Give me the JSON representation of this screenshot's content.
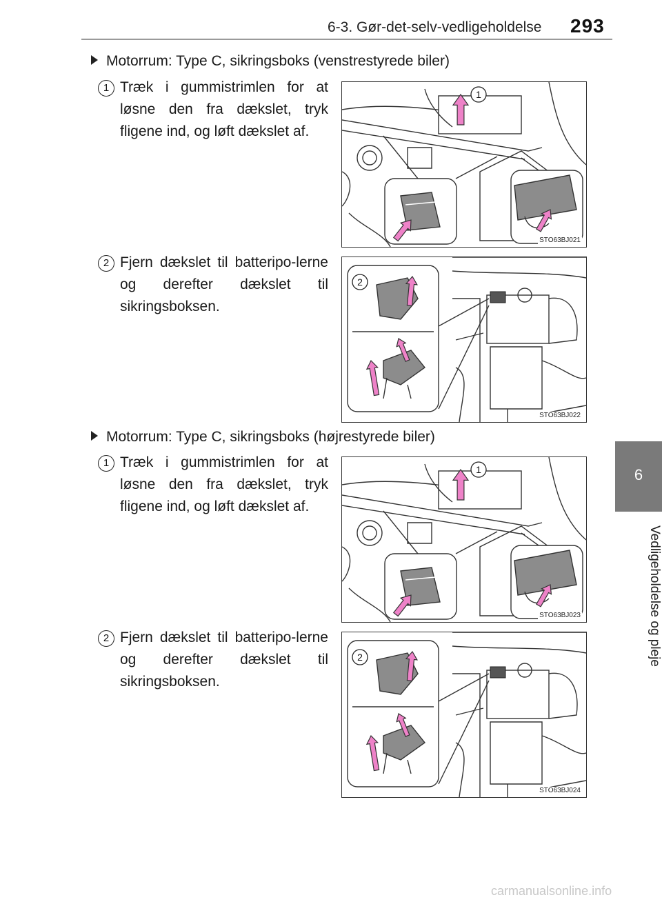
{
  "header": {
    "title": "6-3. Gør-det-selv-vedligeholdelse",
    "page_number": "293"
  },
  "side_tab": {
    "chapter_number": "6",
    "chapter_label": "Vedligeholdelse og pleje"
  },
  "sections": [
    {
      "heading": "Motorrum: Type C, sikringsboks (venstrestyrede biler)",
      "steps": [
        {
          "number": "1",
          "text": "Træk i gummistrimlen for at løsne den fra dækslet, tryk fligene ind, og løft dækslet af.",
          "figure_code": "STO63BJ021",
          "callout": "1"
        },
        {
          "number": "2",
          "text": "Fjern dækslet til batteripo-lerne og derefter dækslet til sikringsboksen.",
          "figure_code": "STO63BJ022",
          "callout": "2"
        }
      ]
    },
    {
      "heading": "Motorrum: Type C, sikringsboks (højrestyrede biler)",
      "steps": [
        {
          "number": "1",
          "text": "Træk i gummistrimlen for at løsne den fra dækslet, tryk fligene ind, og løft dækslet af.",
          "figure_code": "STO63BJ023",
          "callout": "1"
        },
        {
          "number": "2",
          "text": "Fjern dækslet til batteripo-lerne og derefter dækslet til sikringsboksen.",
          "figure_code": "STO63BJ024",
          "callout": "2"
        }
      ]
    }
  ],
  "watermark": "carmanualsonline.info",
  "colors": {
    "arrow": "#ee82c8",
    "arrow_outline": "#333333",
    "side_tab": "#7a7a7a",
    "inset_fill": "#8c8c8c"
  }
}
